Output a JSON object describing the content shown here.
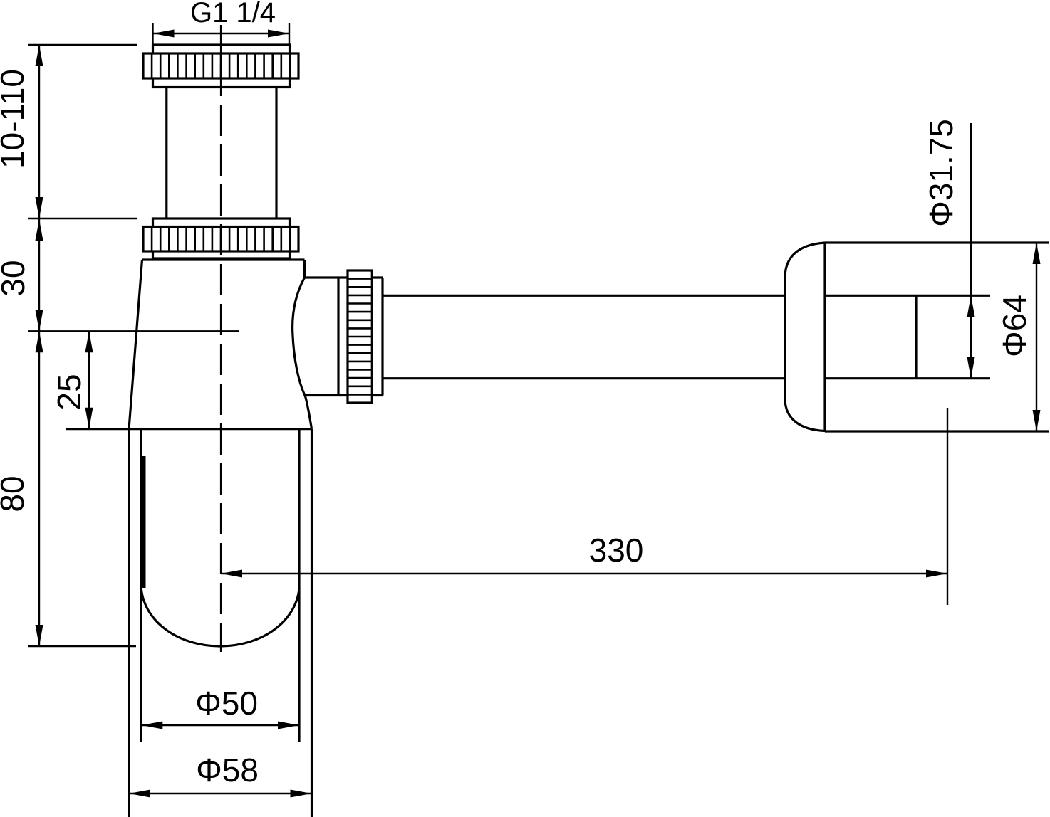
{
  "drawing": {
    "background_color": "#ffffff",
    "line_color": "#000000",
    "description": "bottle-trap-siphon-technical-drawing",
    "labels": {
      "thread": "G1 1/4",
      "adjustable_height": "10-110",
      "upper_section_height": "30",
      "outlet_offset": "25",
      "cup_depth": "80",
      "cup_inner_diameter": "Φ50",
      "cup_outer_diameter": "Φ58",
      "reach_length": "330",
      "outlet_pipe_diameter": "Φ31.75",
      "wall_cup_diameter": "Φ64"
    }
  }
}
